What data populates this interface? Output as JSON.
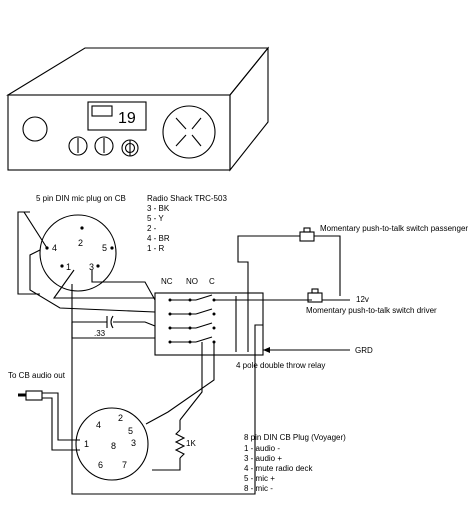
{
  "radio": {
    "channel": "19"
  },
  "mic_plug": {
    "title": "5 pin DIN mic plug on CB",
    "pins": [
      "4",
      "2",
      "5",
      "1",
      "3"
    ]
  },
  "mic_pinout": {
    "title": "Radio Shack TRC-503",
    "lines": [
      "3 - BK",
      "5 - Y",
      "2 -",
      "4 - BR",
      "1 - R"
    ]
  },
  "relay": {
    "columns": [
      "NC",
      "NO",
      "C"
    ],
    "label": "4 pole double throw relay"
  },
  "switches": {
    "passenger": "Momentary push-to-talk switch passenger",
    "driver": "Momentary push-to-talk switch driver"
  },
  "labels": {
    "v12": "12v",
    "grd": "GRD",
    "cap": ".33",
    "resistor": "1K",
    "cb_audio": "To CB audio out"
  },
  "cb_plug": {
    "title": "8 pin DIN CB Plug (Voyager)",
    "pins": [
      "4",
      "2",
      "5",
      "3",
      "1",
      "8",
      "6",
      "7"
    ],
    "lines": [
      "1 - audio -",
      "3 - audio +",
      "4 - mute radio deck",
      "5 - mic +",
      "8 - mic -"
    ]
  }
}
